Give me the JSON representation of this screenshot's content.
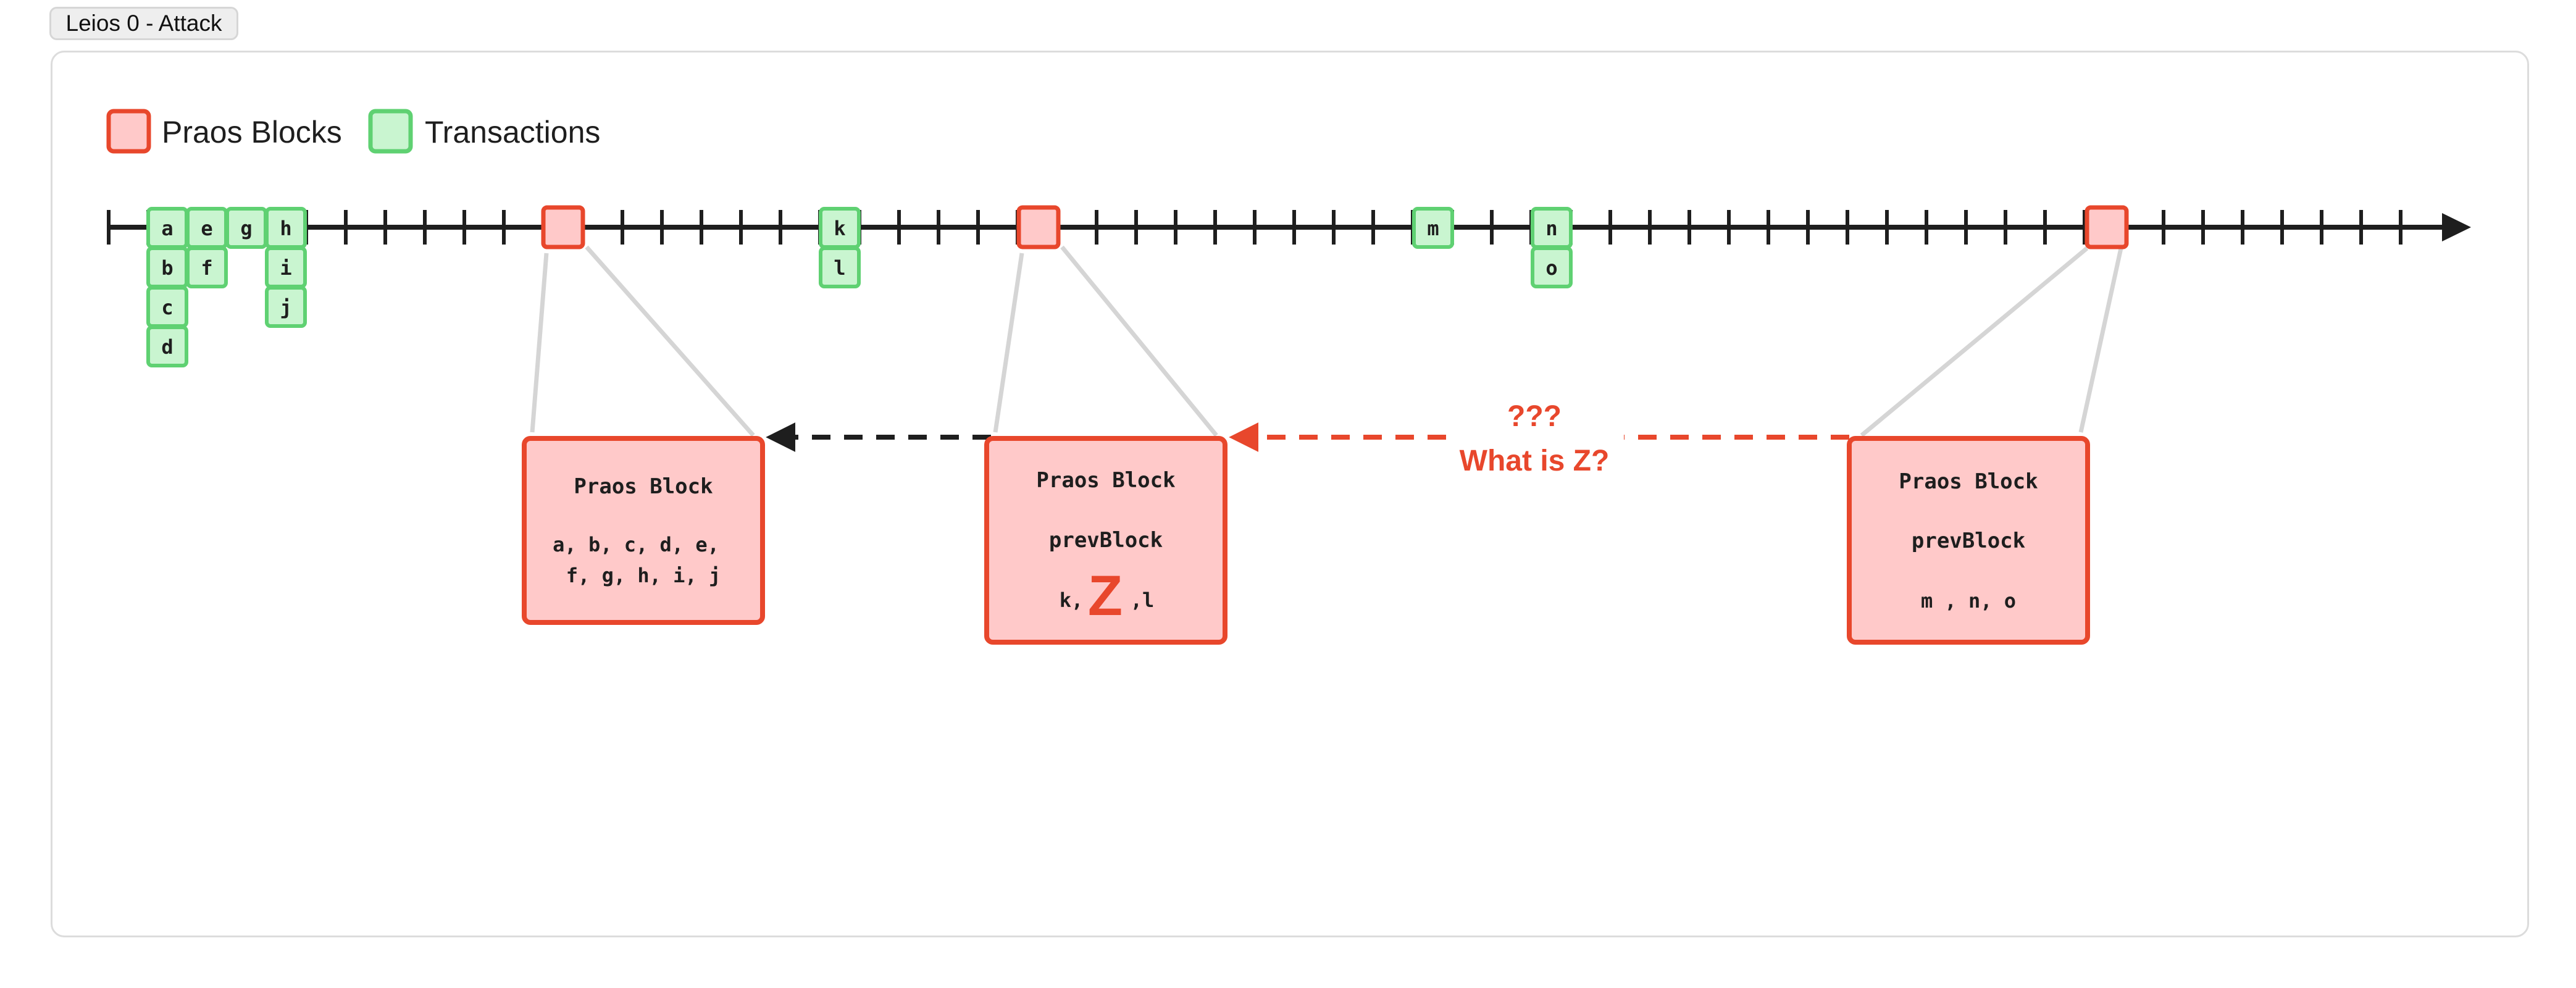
{
  "frame": {
    "title": "Leios 0 - Attack"
  },
  "legend": {
    "praos_label": "Praos Blocks",
    "tx_label": "Transactions"
  },
  "colors": {
    "praos_fill": "#ffc9c9",
    "praos_stroke": "#e8472c",
    "tx_fill": "#c9f5d0",
    "tx_stroke": "#5fd172",
    "timeline": "#1e1e1e",
    "connector": "#d5d5d5",
    "annotation": "#e8472c"
  },
  "transactions": [
    {
      "label": "a"
    },
    {
      "label": "b"
    },
    {
      "label": "c"
    },
    {
      "label": "d"
    },
    {
      "label": "e"
    },
    {
      "label": "f"
    },
    {
      "label": "g"
    },
    {
      "label": "h"
    },
    {
      "label": "i"
    },
    {
      "label": "j"
    },
    {
      "label": "k"
    },
    {
      "label": "l"
    },
    {
      "label": "m"
    },
    {
      "label": "n"
    },
    {
      "label": "o"
    }
  ],
  "blocks": [
    {
      "title": "Praos Block",
      "line1": "a, b, c, d, e,",
      "line2": "f, g, h, i, j"
    },
    {
      "title": "Praos Block",
      "prev": "prevBlock",
      "tx_before": "k,",
      "tx_z": "Z",
      "tx_after": ",l"
    },
    {
      "title": "Praos Block",
      "prev": "prevBlock",
      "txs": "m , n, o"
    }
  ],
  "annotation": {
    "line1": "???",
    "line2": "What is Z?"
  }
}
